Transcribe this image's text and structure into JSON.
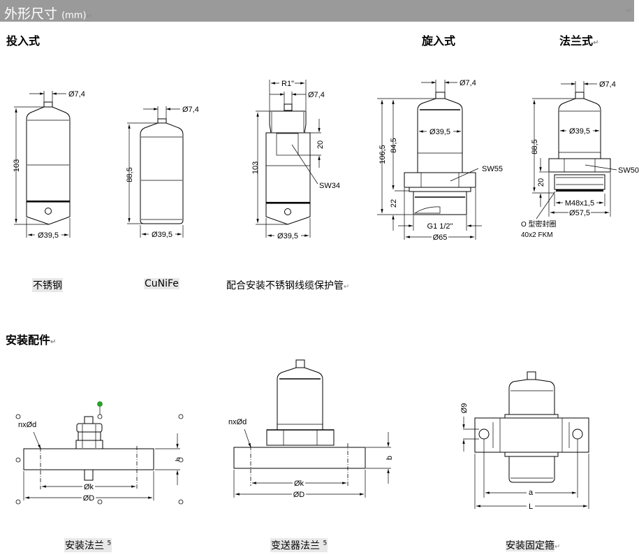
{
  "header": {
    "title": "外形尺寸",
    "unit": "(mm)",
    "bg_color": "#9a9a9a"
  },
  "sections": {
    "submersible": "投入式",
    "screw_in": "旋入式",
    "flange": "法兰式",
    "accessories": "安装配件"
  },
  "drawings": {
    "sub_steel": {
      "dia_top": "Ø7,4",
      "height": "103",
      "dia_body": "Ø39,5"
    },
    "sub_cunife": {
      "dia_top": "Ø7,4",
      "height": "88,5",
      "dia_body": "Ø39,5"
    },
    "sub_tube": {
      "thread": "R1\"",
      "dia_top": "Ø7,4",
      "height": "103",
      "hex_h": "20",
      "hex": "SW34",
      "dia_body": "Ø39,5"
    },
    "screw": {
      "dia_top": "Ø7,4",
      "h_total": "106,5",
      "h_body": "84,5",
      "dia_body": "Ø39,5",
      "hex": "SW55",
      "thread_h": "22",
      "thread": "G1  1/2\"",
      "dia_hex": "Ø65"
    },
    "flange": {
      "dia_top": "Ø7,4",
      "height": "88,5",
      "dia_body": "Ø39,5",
      "hex": "SW50",
      "thread_h": "20",
      "thread": "M48x1,5",
      "dia_hex": "Ø57,5",
      "oring_1": "O 型密封圈",
      "oring_2": "40x2 FKM"
    },
    "acc_flange": {
      "holes": "nxØd",
      "dia_k": "Øk",
      "dia_D": "ØD",
      "b": "b"
    },
    "acc_trans_flange": {
      "holes": "nxØd",
      "dia_k": "Øk",
      "dia_D": "ØD",
      "b": "b"
    },
    "acc_clamp": {
      "hole": "Ø9",
      "a": "a",
      "L": "L"
    }
  },
  "captions": {
    "steel": "不锈钢",
    "cunife": "CuNiFe",
    "tube": "配合安装不锈钢线缆保护管",
    "acc_flange": "安装法兰",
    "acc_flange_sup": "5",
    "acc_trans_flange": "变送器法兰",
    "acc_trans_flange_sup": "5",
    "acc_clamp": "安装固定箍"
  },
  "marks": {
    "para": "↵"
  },
  "selection_handle_color": "#22aa22"
}
